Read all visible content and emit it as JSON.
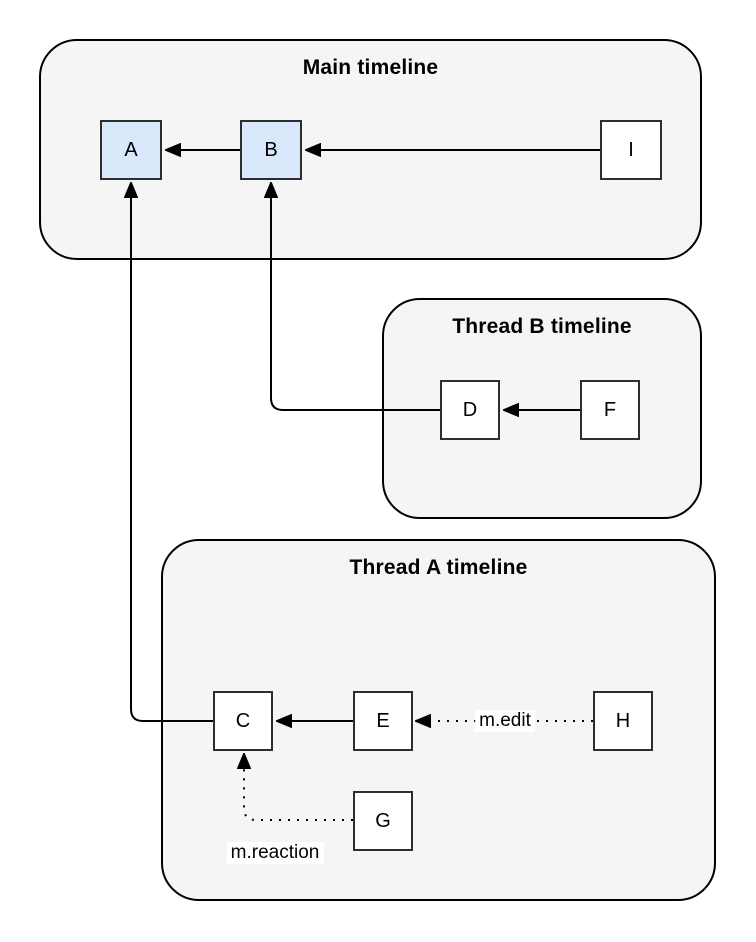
{
  "groups": [
    {
      "id": "main",
      "title": "Main timeline"
    },
    {
      "id": "thread_b",
      "title": "Thread B timeline"
    },
    {
      "id": "thread_a",
      "title": "Thread A timeline"
    }
  ],
  "nodes": [
    {
      "id": "A",
      "label": "A",
      "variant": "highlighted",
      "group": "main"
    },
    {
      "id": "B",
      "label": "B",
      "variant": "highlighted",
      "group": "main"
    },
    {
      "id": "I",
      "label": "I",
      "variant": "plain",
      "group": "main"
    },
    {
      "id": "D",
      "label": "D",
      "variant": "plain",
      "group": "thread_b"
    },
    {
      "id": "F",
      "label": "F",
      "variant": "plain",
      "group": "thread_b"
    },
    {
      "id": "C",
      "label": "C",
      "variant": "plain",
      "group": "thread_a"
    },
    {
      "id": "E",
      "label": "E",
      "variant": "plain",
      "group": "thread_a"
    },
    {
      "id": "H",
      "label": "H",
      "variant": "plain",
      "group": "thread_a"
    },
    {
      "id": "G",
      "label": "G",
      "variant": "plain",
      "group": "thread_a"
    }
  ],
  "edges": [
    {
      "from": "B",
      "to": "A",
      "style": "solid",
      "label": ""
    },
    {
      "from": "I",
      "to": "B",
      "style": "solid",
      "label": ""
    },
    {
      "from": "F",
      "to": "D",
      "style": "solid",
      "label": ""
    },
    {
      "from": "D",
      "to": "B",
      "style": "solid",
      "label": ""
    },
    {
      "from": "E",
      "to": "C",
      "style": "solid",
      "label": ""
    },
    {
      "from": "C",
      "to": "A",
      "style": "solid",
      "label": ""
    },
    {
      "from": "H",
      "to": "E",
      "style": "dotted",
      "label": "m.edit"
    },
    {
      "from": "G",
      "to": "C",
      "style": "dotted",
      "label": "m.reaction"
    }
  ],
  "colors": {
    "group_fill": "#f5f5f5",
    "group_border": "#000000",
    "node_fill": "#ffffff",
    "node_border": "#2d2d2d",
    "highlight_fill": "#dae8fc",
    "line": "#000000",
    "label_bg": "#ffffff",
    "text": "#000000"
  }
}
